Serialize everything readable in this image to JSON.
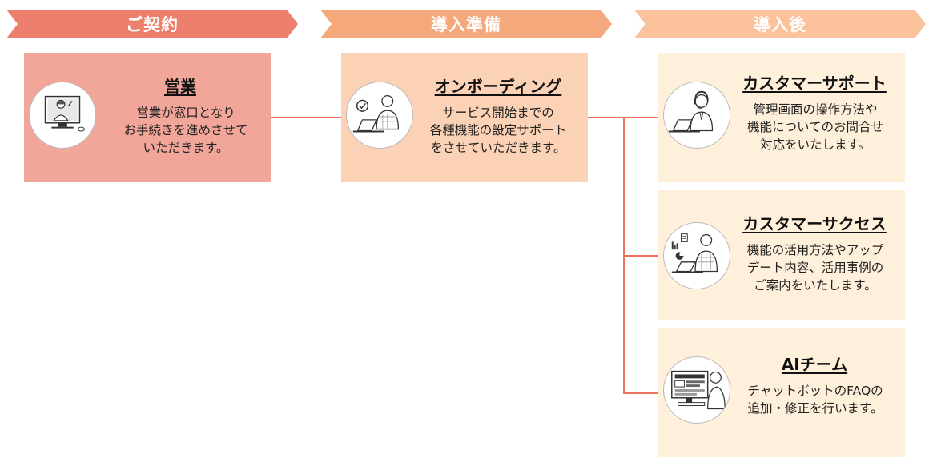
{
  "stages": [
    {
      "label": "ご契約"
    },
    {
      "label": "導入準備"
    },
    {
      "label": "導入後"
    }
  ],
  "cards": {
    "sales": {
      "title": "営業",
      "desc": "営業が窓口となり\nお手続きを進めさせて\nいただきます。",
      "icon": "salesperson-monitor-icon"
    },
    "onboarding": {
      "title": "オンボーディング",
      "desc": "サービス開始までの\n各種機能の設定サポート\nをさせていただきます。",
      "icon": "onboarding-person-laptop-icon"
    },
    "support": {
      "title": "カスタマーサポート",
      "desc": "管理画面の操作方法や\n機能についてのお問合せ\n対応をいたします。",
      "icon": "headset-operator-icon"
    },
    "success": {
      "title": "カスタマーサクセス",
      "desc": "機能の活用方法やアップ\nデート内容、活用事例の\nご案内をいたします。",
      "icon": "analytics-person-icon"
    },
    "ai": {
      "title": "AIチーム",
      "desc": "チャットボットのFAQの\n追加・修正を行います。",
      "icon": "ai-monitor-person-icon"
    }
  },
  "colors": {
    "arrow_contract": "#ec7e6c",
    "arrow_preparation": "#f4a87c",
    "arrow_after": "#fbc29c",
    "connector": "#ef6f60"
  }
}
